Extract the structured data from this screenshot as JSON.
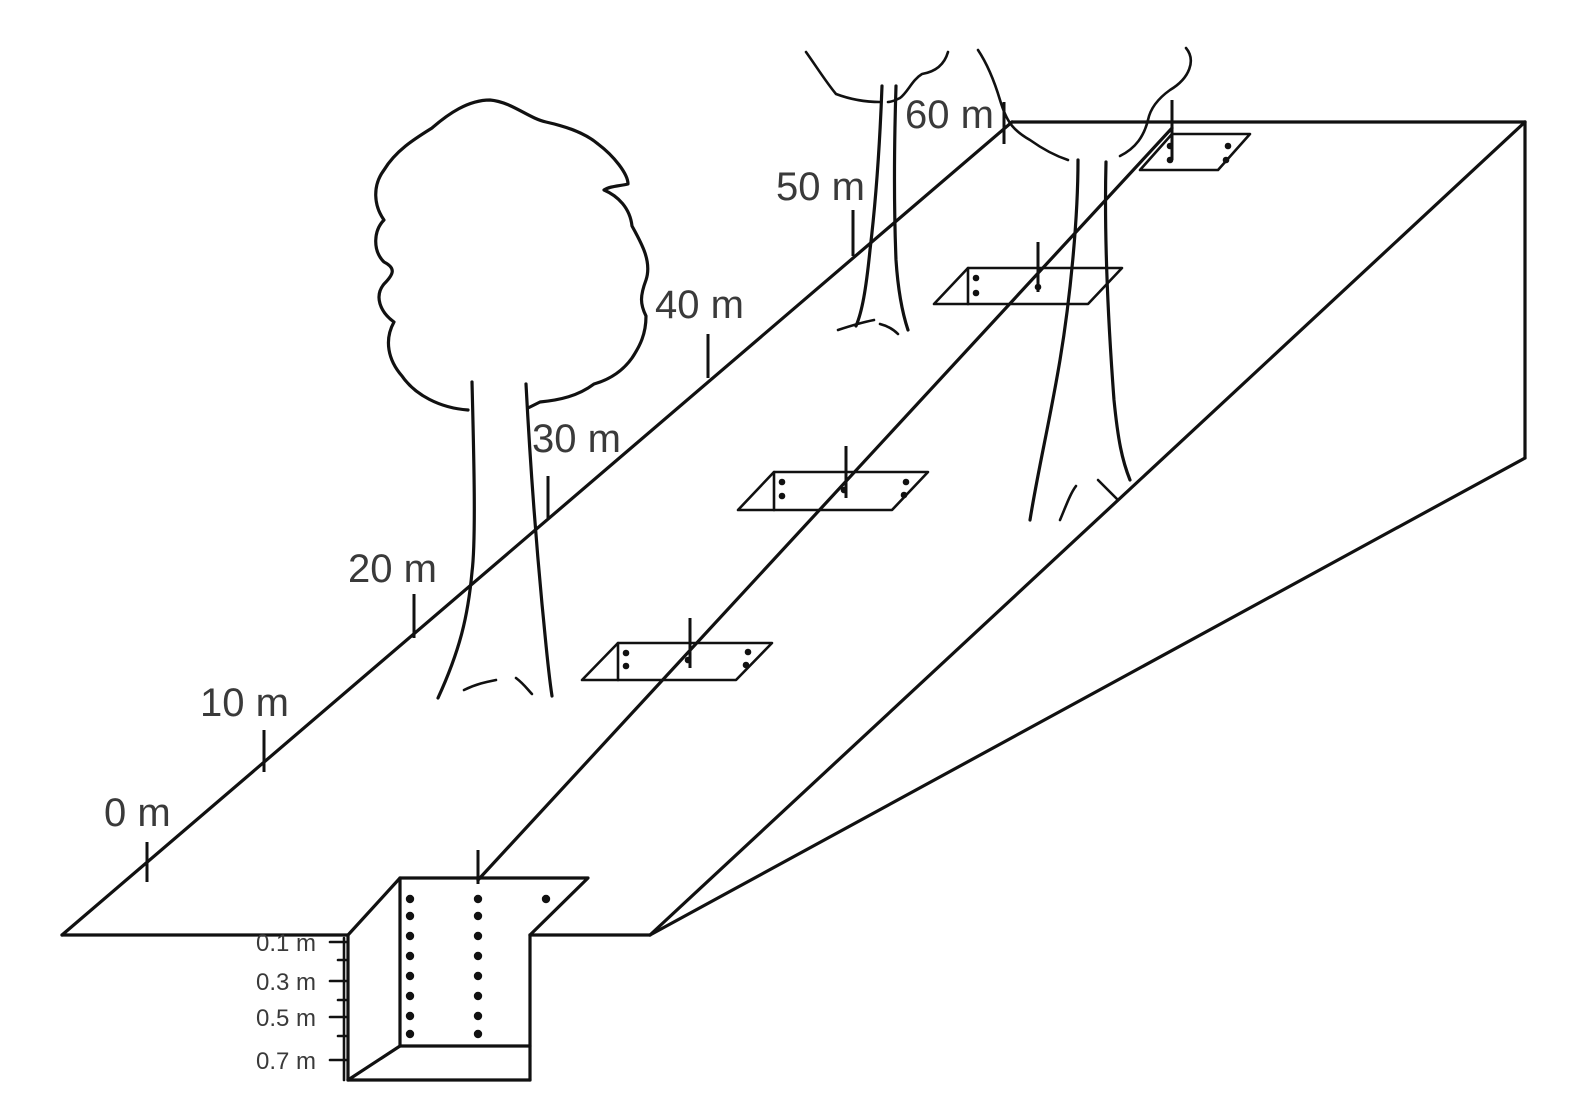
{
  "distance_labels": [
    "0 m",
    "10 m",
    "20 m",
    "30 m",
    "40 m",
    "50 m",
    "60 m"
  ],
  "depth_labels": [
    "0.1 m",
    "0.3 m",
    "0.5 m",
    "0.7 m"
  ]
}
